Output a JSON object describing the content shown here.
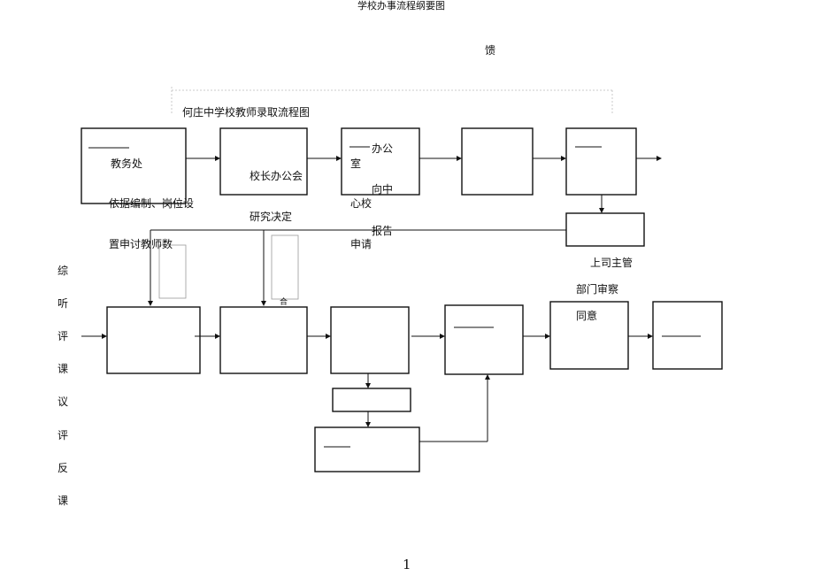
{
  "header": {
    "doc_title": "学校办事流程纲要图",
    "top_char": "馈"
  },
  "diagram": {
    "title": "何庄中学校教师录取流程图",
    "texts": {
      "jiaowuchu": "教务处",
      "xiaozhang": "校长办公会",
      "bangong_a": "办公",
      "bangong_b": "室",
      "xiangzhong": "向中",
      "xinxiao": "心校",
      "yiju": "依据编制、岗位设",
      "yanjiu": "研究决定",
      "baogao": "报告",
      "zhishen": "置申讨教师数",
      "shenqing": "申请",
      "shangsi": "上司主管",
      "bumen": "部门审察",
      "tongyi": "同意",
      "he": "合"
    },
    "side_chars": [
      "综",
      "听",
      "评",
      "课",
      "议",
      "评",
      "反",
      "课"
    ]
  },
  "footer": {
    "page_number": "1"
  }
}
